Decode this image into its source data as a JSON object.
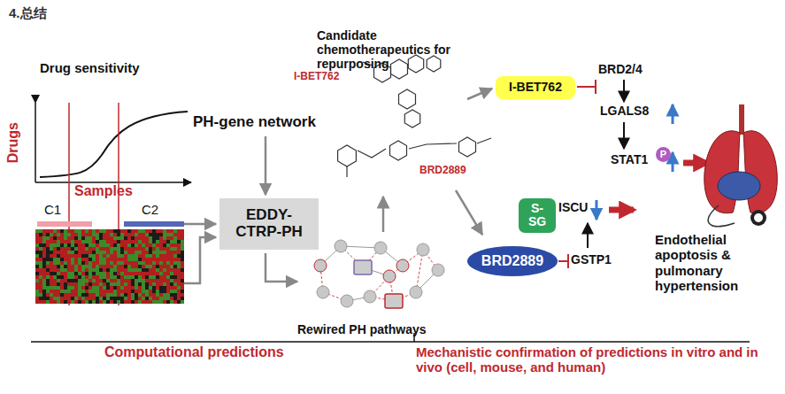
{
  "diagram": {
    "title": "4.总结",
    "nodes": [
      {
        "text": [
          "EDDY-CTRP-PH"
        ]
      },
      {
        "text": [
          "I-BET762"
        ]
      },
      {
        "text": [
          "P"
        ]
      },
      {
        "text": [
          "S-SG"
        ]
      },
      {
        "text": [
          "BRD2889"
        ]
      }
    ],
    "labels": [
      "Drug sensitivity",
      "Drugs",
      "Samples",
      "C1",
      "C2",
      "PH-gene network",
      "Candidate chemotherapeutics for repurposing",
      "I-BET762",
      "BRD2889",
      "BRD2/4",
      "LGALS8",
      "STAT1",
      "ISCU",
      "GSTP1",
      "Endothelial apoptosis & pulmonary hypertension",
      "Rewired PH pathways",
      "Computational predictions",
      "Mechanistic confirmation of predictions in vitro and in vivo (cell, mouse, and human)"
    ]
  }
}
